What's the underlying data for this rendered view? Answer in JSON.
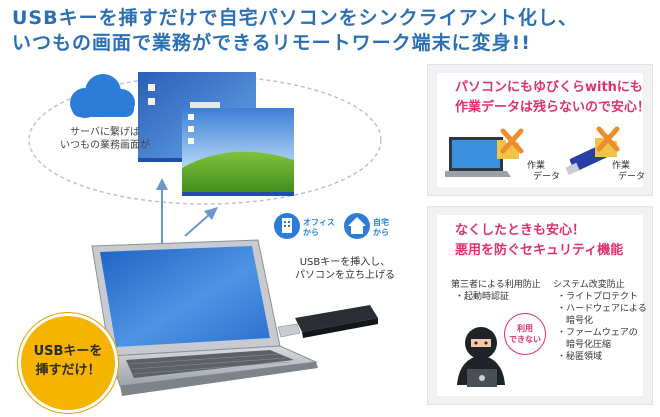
{
  "headline": {
    "line1": "USBキーを挿すだけで自宅パソコンをシンクライアント化し、",
    "line2": "いつもの画面で業務ができるリモートワーク端末に変身!!"
  },
  "cloud": {
    "caption_line1": "サーバに繋げば",
    "caption_line2": "いつもの業務画面が"
  },
  "office": {
    "line1": "オフィス",
    "line2": "から"
  },
  "home": {
    "line1": "自宅",
    "line2": "から"
  },
  "usb_caption": {
    "line1": "USBキーを挿入し、",
    "line2": "パソコンを立ち上げる"
  },
  "badge": {
    "line1": "USBキーを",
    "line2": "挿すだけ！"
  },
  "panel_top": {
    "title_line1": "パソコンにもゆびくらwithにも",
    "title_line2": "作業データは残らないので安心！",
    "label_pc_line1": "作業",
    "label_pc_line2": "データ",
    "label_usb_line1": "作業",
    "label_usb_line2": "データ"
  },
  "panel_bottom": {
    "title_line1": "なくしたときも安心！",
    "title_line2": "悪用を防ぐセキュリティ機能",
    "left_heading": "第三者による利用防止",
    "left_items": [
      "・起動時認証"
    ],
    "stamp_line1": "利用",
    "stamp_line2": "できない",
    "right_heading": "システム改変防止",
    "right_items": [
      "・ライトプロテクト",
      "・ハードウェアによる",
      "　暗号化",
      "・ファームウェアの",
      "　暗号化圧縮",
      "・秘匿領域"
    ]
  },
  "colors": {
    "headline_blue": "#2c6fb4",
    "accent_pink": "#e0316b",
    "icon_blue": "#2d7dd8",
    "badge_yellow": "#f5b400",
    "cross_orange": "#f08c2a"
  }
}
